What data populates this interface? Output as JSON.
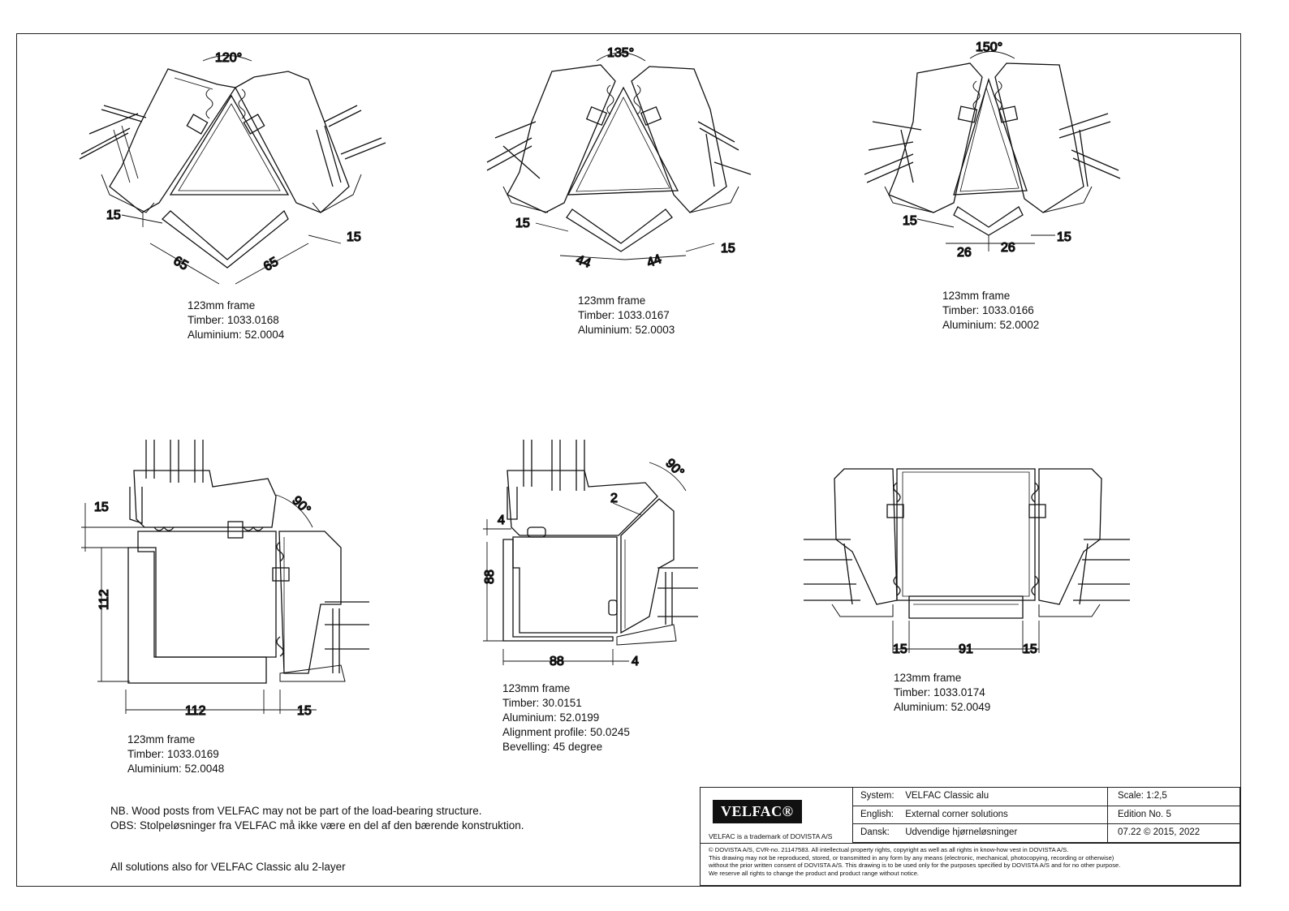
{
  "details": [
    {
      "id": "corner-120",
      "angle": "120°",
      "dims": [
        "15",
        "15",
        "65",
        "65"
      ],
      "spec": [
        "123mm frame",
        "Timber: 1033.0168",
        "Aluminium: 52.0004"
      ]
    },
    {
      "id": "corner-135",
      "angle": "135°",
      "dims": [
        "15",
        "15",
        "44",
        "44"
      ],
      "spec": [
        "123mm frame",
        "Timber: 1033.0167",
        "Aluminium: 52.0003"
      ]
    },
    {
      "id": "corner-150",
      "angle": "150°",
      "dims": [
        "15",
        "15",
        "26",
        "26"
      ],
      "spec": [
        "123mm frame",
        "Timber: 1033.0166",
        "Aluminium: 52.0002"
      ]
    },
    {
      "id": "corner-90-post",
      "angle": "90°",
      "dims": [
        "15",
        "112",
        "112",
        "15"
      ],
      "spec": [
        "123mm frame",
        "Timber: 1033.0169",
        "Aluminium: 52.0048"
      ]
    },
    {
      "id": "corner-90-bevel",
      "angle": "90°",
      "dims": [
        "4",
        "88",
        "88",
        "4",
        "2"
      ],
      "spec": [
        "123mm frame",
        "Timber: 30.0151",
        "Aluminium: 52.0199",
        "Alignment profile: 50.0245",
        "Bevelling: 45 degree"
      ]
    },
    {
      "id": "straight-post",
      "dims": [
        "15",
        "91",
        "15"
      ],
      "spec": [
        "123mm frame",
        "Timber: 1033.0174",
        "Aluminium: 52.0049"
      ]
    }
  ],
  "notes": {
    "nb": "NB. Wood posts from VELFAC may not be part of the load-bearing structure.",
    "obs": "OBS: Stolpeløsninger fra VELFAC må ikke være en del af den bærende konstruktion.",
    "all": "All solutions also for VELFAC Classic alu 2-layer"
  },
  "titleblock": {
    "logo": "VELFAC®",
    "trademark": "VELFAC is a trademark of DOVISTA A/S",
    "system_label": "System:",
    "system_value": "VELFAC Classic alu",
    "english_label": "English:",
    "english_value": "External corner solutions",
    "dansk_label": "Dansk:",
    "dansk_value": "Udvendige hjørneløsninger",
    "scale": "Scale: 1:2,5",
    "edition": "Edition No. 5",
    "date": "07.22 © 2015, 2022",
    "legal": [
      "© DOVISTA A/S, CVR-no. 21147583. All intellectual property rights, copyright as well as all rights in know-how vest in DOVISTA A/S.",
      "This drawing may not be reproduced, stored, or transmitted in any form by any means (electronic, mechanical, photocopying, recording or otherwise)",
      "without the prior written consent of DOVISTA A/S. This drawing is to be used only for the purposes specified by DOVISTA A/S and for no other purpose.",
      "We reserve all rights to change the product and product range without notice."
    ]
  }
}
